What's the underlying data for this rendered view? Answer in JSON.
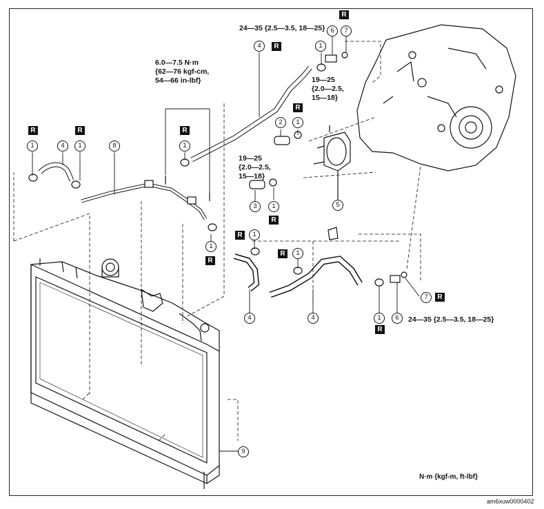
{
  "callouts": {
    "c1": "1",
    "c2": "2",
    "c3": "3",
    "c4": "4",
    "c5": "5",
    "c6": "6",
    "c7": "7",
    "c8": "8",
    "c9": "9"
  },
  "marks": {
    "replace": "R"
  },
  "torques": {
    "top_right": "24—35 {2.5—3.5, 18—25}",
    "bottom_right": "24—35 {2.5—3.5, 18—25}",
    "left_line1": "6.0—7.5 N·m",
    "left_line2": "{62—76 kgf-cm,",
    "left_line3": "54—66 in-lbf}",
    "mid_upper_line1": "19—25",
    "mid_upper_line2": "{2.0—2.5,",
    "mid_upper_line3": "15—18}",
    "mid_lower_line1": "19—25",
    "mid_lower_line2": "{2.0—2.5,",
    "mid_lower_line3": "15—18}"
  },
  "unit_legend": "N·m {kgf-m, ft-lbf}",
  "figure_code": "am6xuw0000402"
}
